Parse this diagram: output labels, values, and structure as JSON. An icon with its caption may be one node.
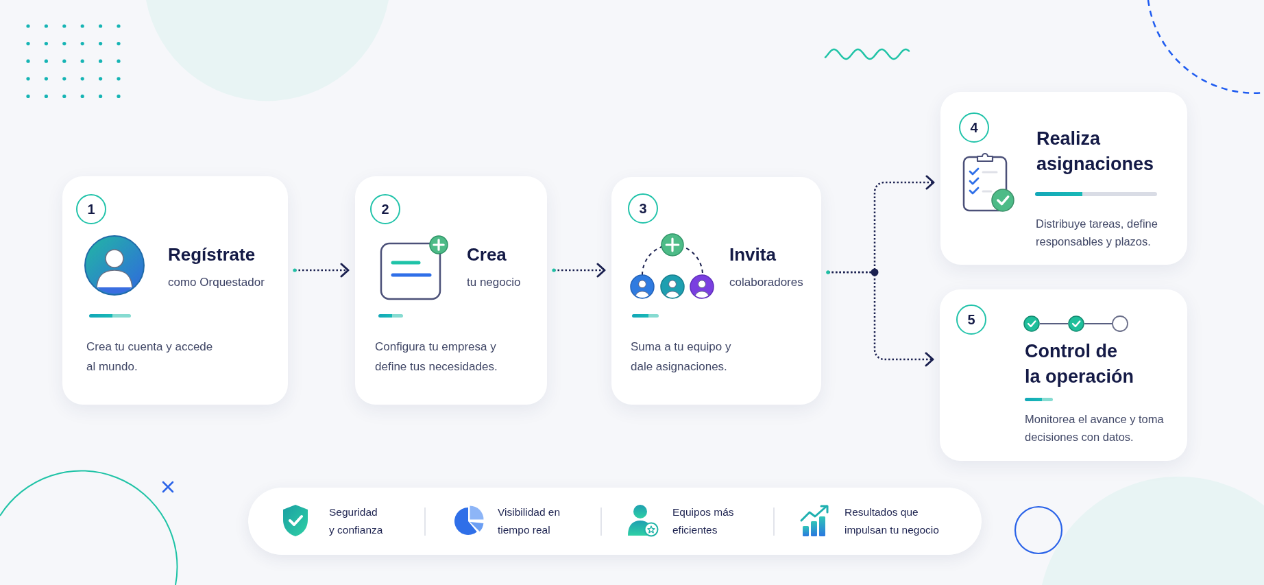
{
  "diagram": {
    "nodes": [
      {
        "text": [
          "Regístrate",
          "como Orquestador",
          "Crea tu cuenta y accede al mundo."
        ]
      },
      {
        "text": [
          "1"
        ],
        "in": 0
      },
      {
        "text": [
          "Crea",
          "tu negocio",
          "Configura tu empresa y define tus necesidades."
        ]
      },
      {
        "text": [
          "2"
        ],
        "in": 2
      },
      {
        "text": [
          "Invita",
          "colaboradores",
          "Suma a tu equipo y dale asignaciones."
        ]
      },
      {
        "text": [
          "3"
        ],
        "in": 4
      },
      {
        "text": [
          "Realiza asignaciones",
          "Distribuye tareas, define responsables y plazos."
        ]
      },
      {
        "text": [
          "4"
        ],
        "in": 6
      },
      {
        "text": [
          "Control de la operación",
          "Monitorea el avance y toma decisiones con datos."
        ]
      },
      {
        "text": [
          "5"
        ],
        "in": 8
      },
      {
        "text": [
          "Seguridad y confianza",
          "Visibilidad en tiempo real",
          "Equipos más eficientes",
          "Resultados que impulsan tu negocio"
        ]
      }
    ],
    "edges": [
      {
        "from": 0,
        "to": 2,
        "arrow": "to",
        "style": "dashed"
      },
      {
        "from": 2,
        "to": 4,
        "arrow": "to",
        "style": "dashed"
      },
      {
        "from": 4,
        "to": 6,
        "arrow": "to",
        "style": "dashed"
      },
      {
        "from": 4,
        "to": 8,
        "arrow": "to",
        "style": "dashed"
      }
    ]
  }
}
